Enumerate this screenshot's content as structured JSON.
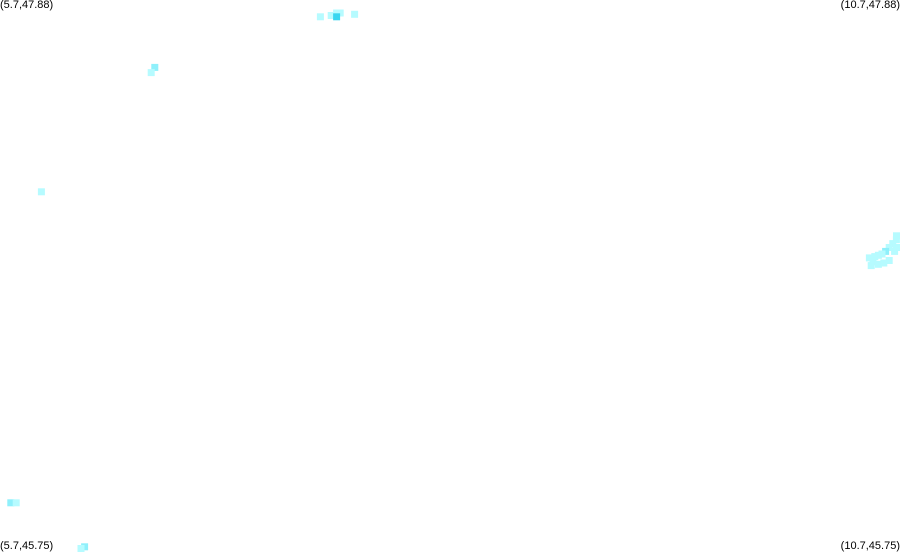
{
  "map": {
    "bounds": {
      "lon_min": 5.7,
      "lon_max": 10.7,
      "lat_min": 45.75,
      "lat_max": 47.88
    },
    "corner_labels": {
      "top_left": "(5.7,47.88)",
      "top_right": "(10.7,47.88)",
      "bottom_left": "(5.7,45.75)",
      "bottom_right": "(10.7,45.75)"
    },
    "colors": {
      "background": "#ffffff",
      "light": "#b6fbff",
      "medium": "#8ff0fb",
      "dark": "#3ad6f0"
    },
    "cells": [
      {
        "lon": 7.48,
        "lat": 47.815,
        "level": "light"
      },
      {
        "lon": 7.54,
        "lat": 47.82,
        "level": "light"
      },
      {
        "lon": 7.57,
        "lat": 47.83,
        "level": "light"
      },
      {
        "lon": 7.59,
        "lat": 47.83,
        "level": "light"
      },
      {
        "lon": 7.67,
        "lat": 47.825,
        "level": "light"
      },
      {
        "lon": 7.57,
        "lat": 47.815,
        "level": "dark"
      },
      {
        "lon": 6.56,
        "lat": 47.62,
        "level": "medium"
      },
      {
        "lon": 6.54,
        "lat": 47.6,
        "level": "light"
      },
      {
        "lon": 5.93,
        "lat": 47.14,
        "level": "light"
      },
      {
        "lon": 10.7,
        "lat": 46.97,
        "level": "light"
      },
      {
        "lon": 10.68,
        "lat": 46.955,
        "level": "light"
      },
      {
        "lon": 10.66,
        "lat": 46.94,
        "level": "light"
      },
      {
        "lon": 10.64,
        "lat": 46.925,
        "level": "light"
      },
      {
        "lon": 10.62,
        "lat": 46.91,
        "level": "medium"
      },
      {
        "lon": 10.6,
        "lat": 46.9,
        "level": "light"
      },
      {
        "lon": 10.58,
        "lat": 46.895,
        "level": "light"
      },
      {
        "lon": 10.56,
        "lat": 46.89,
        "level": "light"
      },
      {
        "lon": 10.53,
        "lat": 46.885,
        "level": "light"
      },
      {
        "lon": 10.55,
        "lat": 46.87,
        "level": "light"
      },
      {
        "lon": 10.58,
        "lat": 46.86,
        "level": "light"
      },
      {
        "lon": 10.61,
        "lat": 46.865,
        "level": "light"
      },
      {
        "lon": 10.64,
        "lat": 46.875,
        "level": "light"
      },
      {
        "lon": 10.67,
        "lat": 46.91,
        "level": "light"
      },
      {
        "lon": 10.69,
        "lat": 46.925,
        "level": "light"
      },
      {
        "lon": 10.54,
        "lat": 46.855,
        "level": "light"
      },
      {
        "lon": 5.76,
        "lat": 45.94,
        "level": "medium"
      },
      {
        "lon": 5.79,
        "lat": 45.94,
        "level": "light"
      },
      {
        "lon": 6.17,
        "lat": 45.77,
        "level": "medium"
      },
      {
        "lon": 6.15,
        "lat": 45.755,
        "level": "light"
      }
    ]
  }
}
